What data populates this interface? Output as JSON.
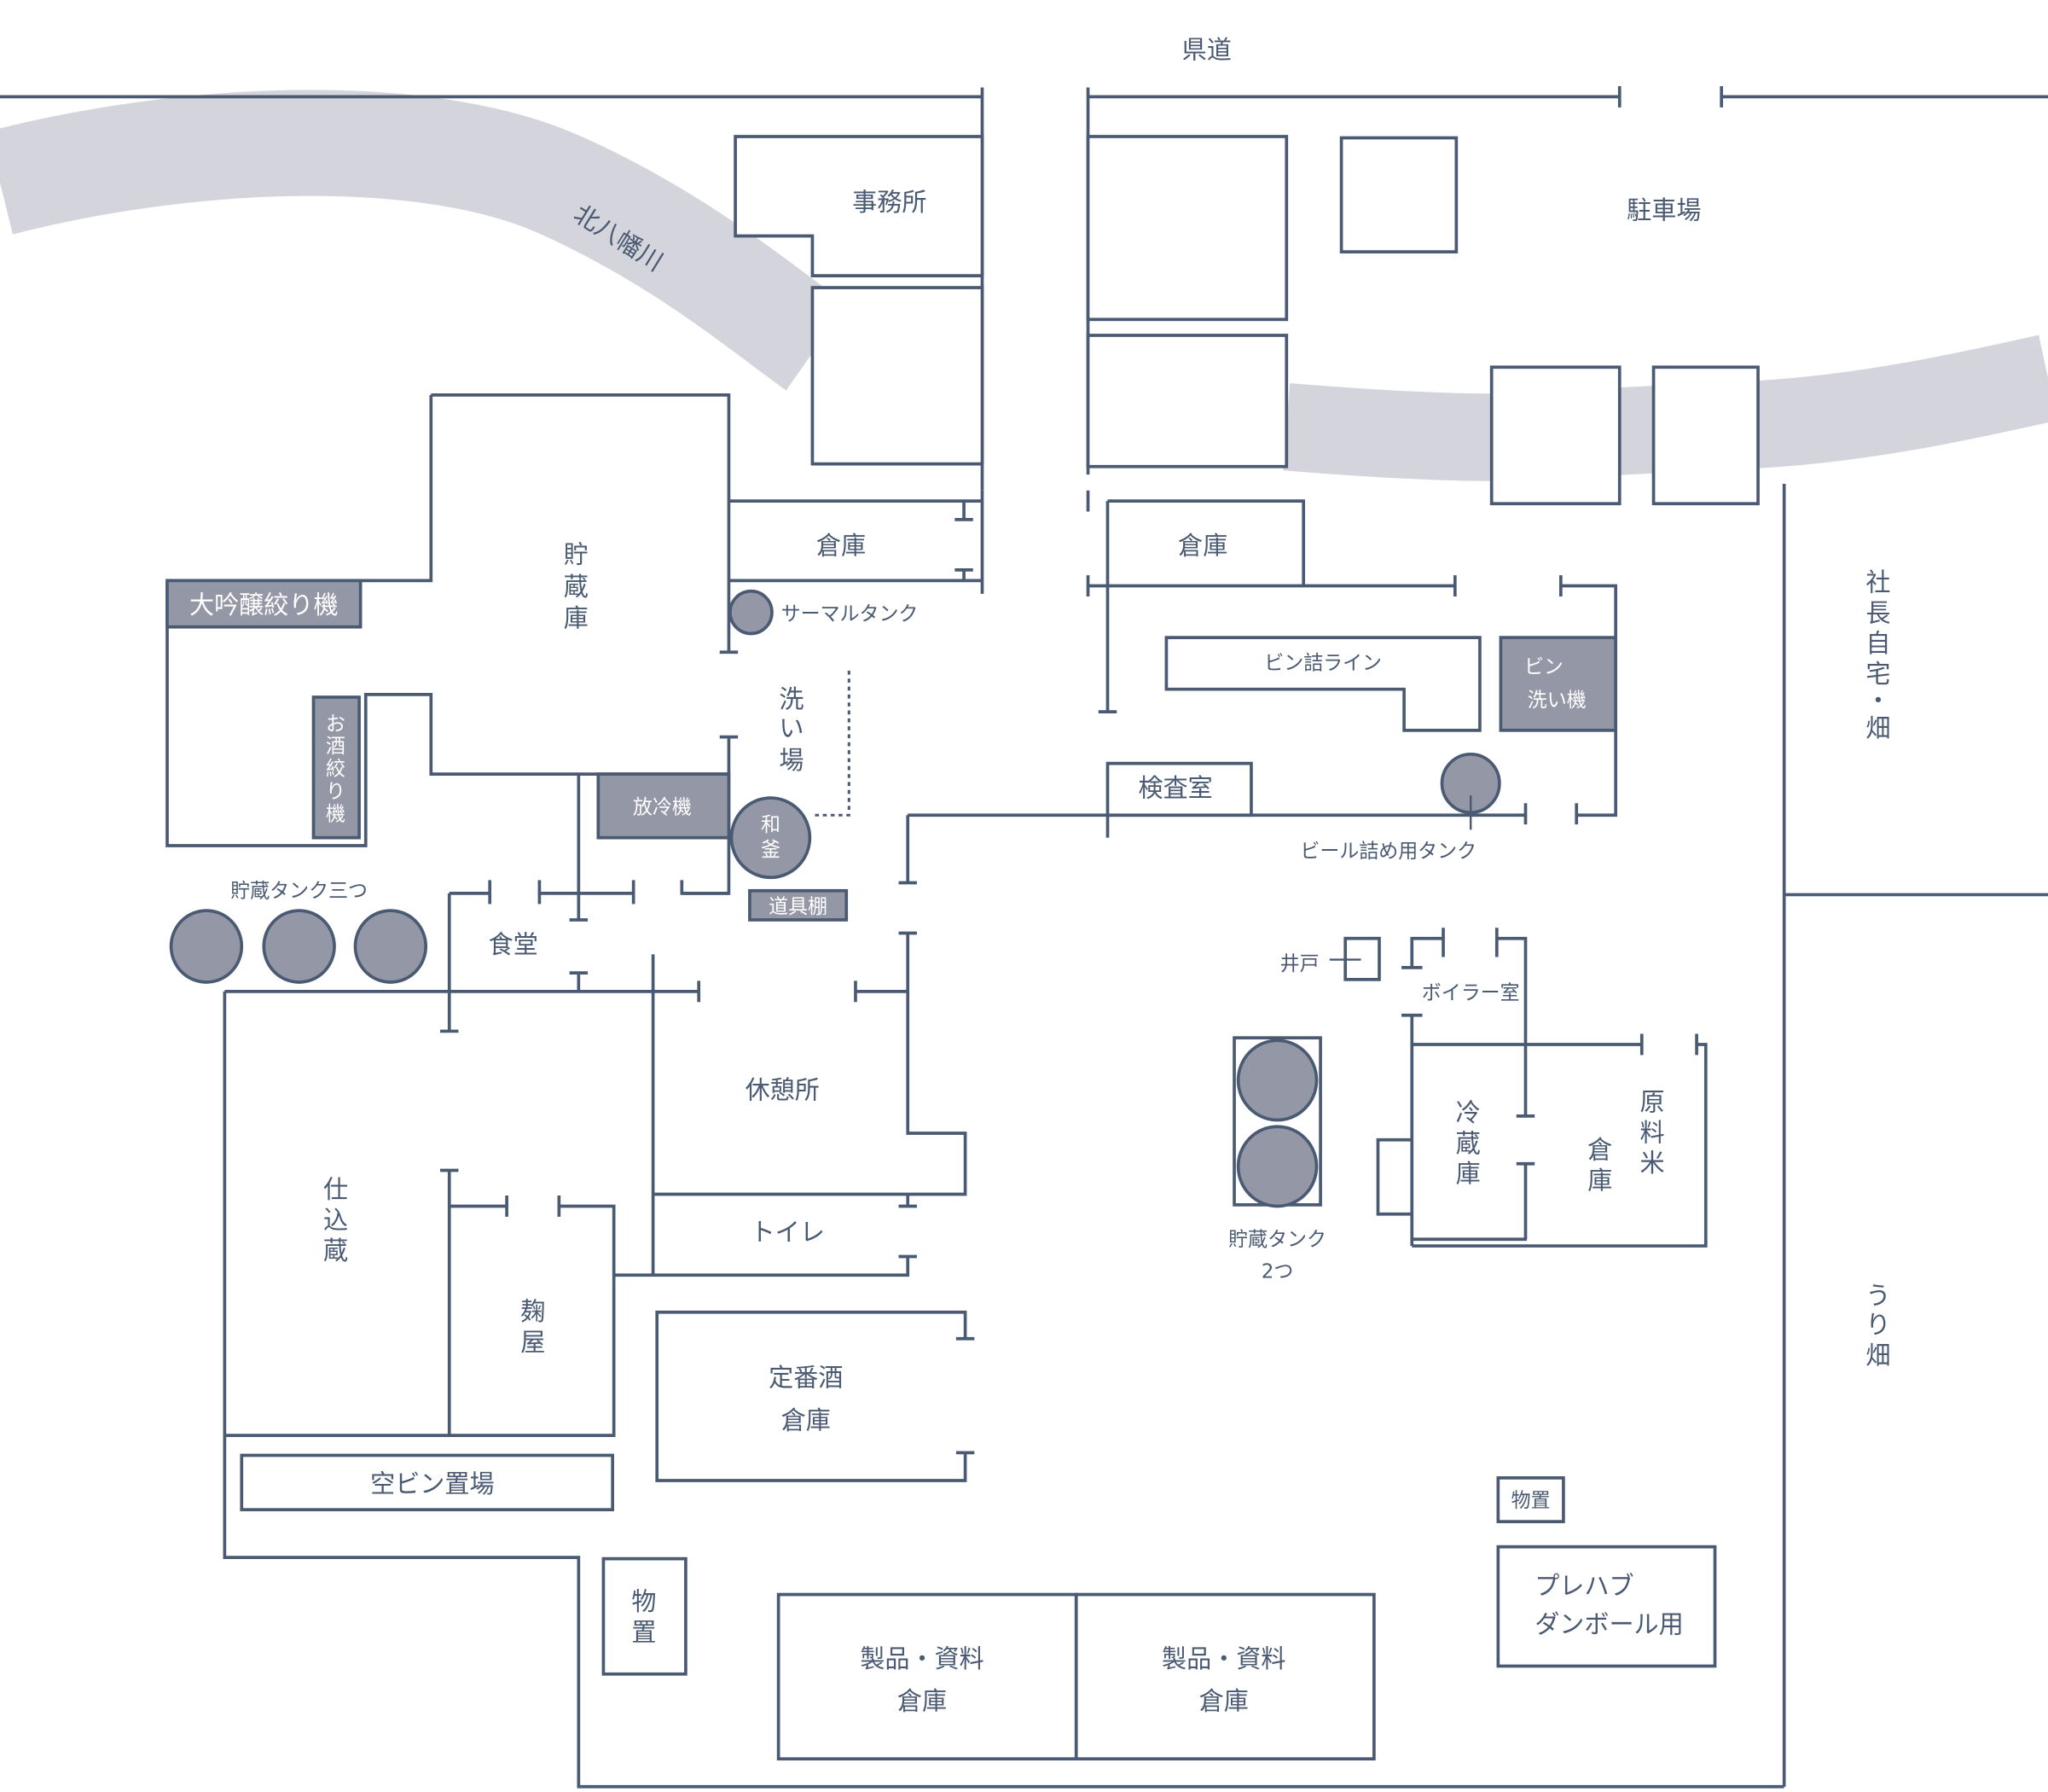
{
  "map": {
    "road": "県道",
    "river": "北八幡川",
    "colors": {
      "wall": "#4a5a72",
      "equipment": "#9498a6",
      "river": "#d4d4dc",
      "background": "#ffffff"
    },
    "rooms": {
      "office": "事務所",
      "parking": "駐車場",
      "storehouse_left": "倉庫",
      "storehouse_right": "倉庫",
      "storage_warehouse": [
        "貯",
        "蔵",
        "庫"
      ],
      "washing_area": [
        "洗",
        "い",
        "場"
      ],
      "dining": "食堂",
      "lounge": "休憩所",
      "toilet": "トイレ",
      "brewing_house": [
        "仕",
        "込",
        "蔵"
      ],
      "koji_room": [
        "麹",
        "屋"
      ],
      "standard_sake_warehouse": [
        "定番酒",
        "倉庫"
      ],
      "empty_bottle_area": "空ビン置場",
      "storage_shed_left": [
        "物",
        "置"
      ],
      "storage_shed_right": "物置",
      "product_warehouse_1": [
        "製品・資料",
        "倉庫"
      ],
      "product_warehouse_2": [
        "製品・資料",
        "倉庫"
      ],
      "prefab": [
        "プレハブ",
        "ダンボール用"
      ],
      "inspection_room": "検査室",
      "bottling_line": "ビン詰ライン",
      "well": "井戸",
      "boiler_room": "ボイラー室",
      "cold_storage": [
        "冷",
        "蔵",
        "庫"
      ],
      "rice_storage": [
        "原",
        "料",
        "米"
      ],
      "rice_storage_2": [
        "倉",
        "庫"
      ],
      "president_home": [
        "社",
        "長",
        "自",
        "宅",
        "・",
        "畑"
      ],
      "melon_field": [
        "う",
        "り",
        "畑"
      ]
    },
    "equipment": {
      "daiginjo_press": "大吟醸絞り機",
      "sake_press": [
        "お",
        "酒",
        "絞",
        "り",
        "機"
      ],
      "thermal_tank": "サーマルタンク",
      "cooler": "放冷機",
      "kettle": [
        "和",
        "釜"
      ],
      "tool_shelf": "道具棚",
      "storage_tanks_three": "貯蔵タンク三つ",
      "bottle_washer": [
        "ビン",
        "洗い機"
      ],
      "beer_tank": "ビール詰め用タンク",
      "storage_tanks_two": [
        "貯蔵タンク",
        "2つ"
      ]
    }
  }
}
